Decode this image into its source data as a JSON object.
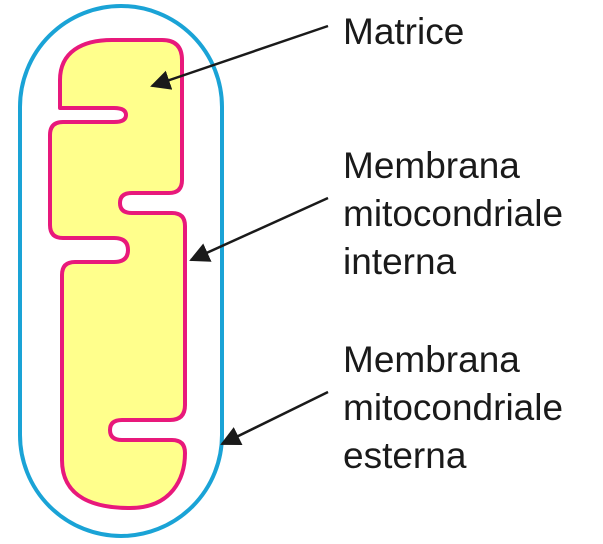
{
  "diagram": {
    "colors": {
      "outer_membrane": "#1aa3d6",
      "inner_membrane": "#e8197b",
      "matrix_fill": "#ffff8c",
      "arrow": "#1a1a1a",
      "background": "#ffffff"
    },
    "labels": {
      "matrix": [
        "Matrice"
      ],
      "inner_membrane": [
        "Membrana",
        "mitocondriale",
        "interna"
      ],
      "outer_membrane": [
        "Membrana",
        "mitocondriale",
        "esterna"
      ]
    }
  }
}
